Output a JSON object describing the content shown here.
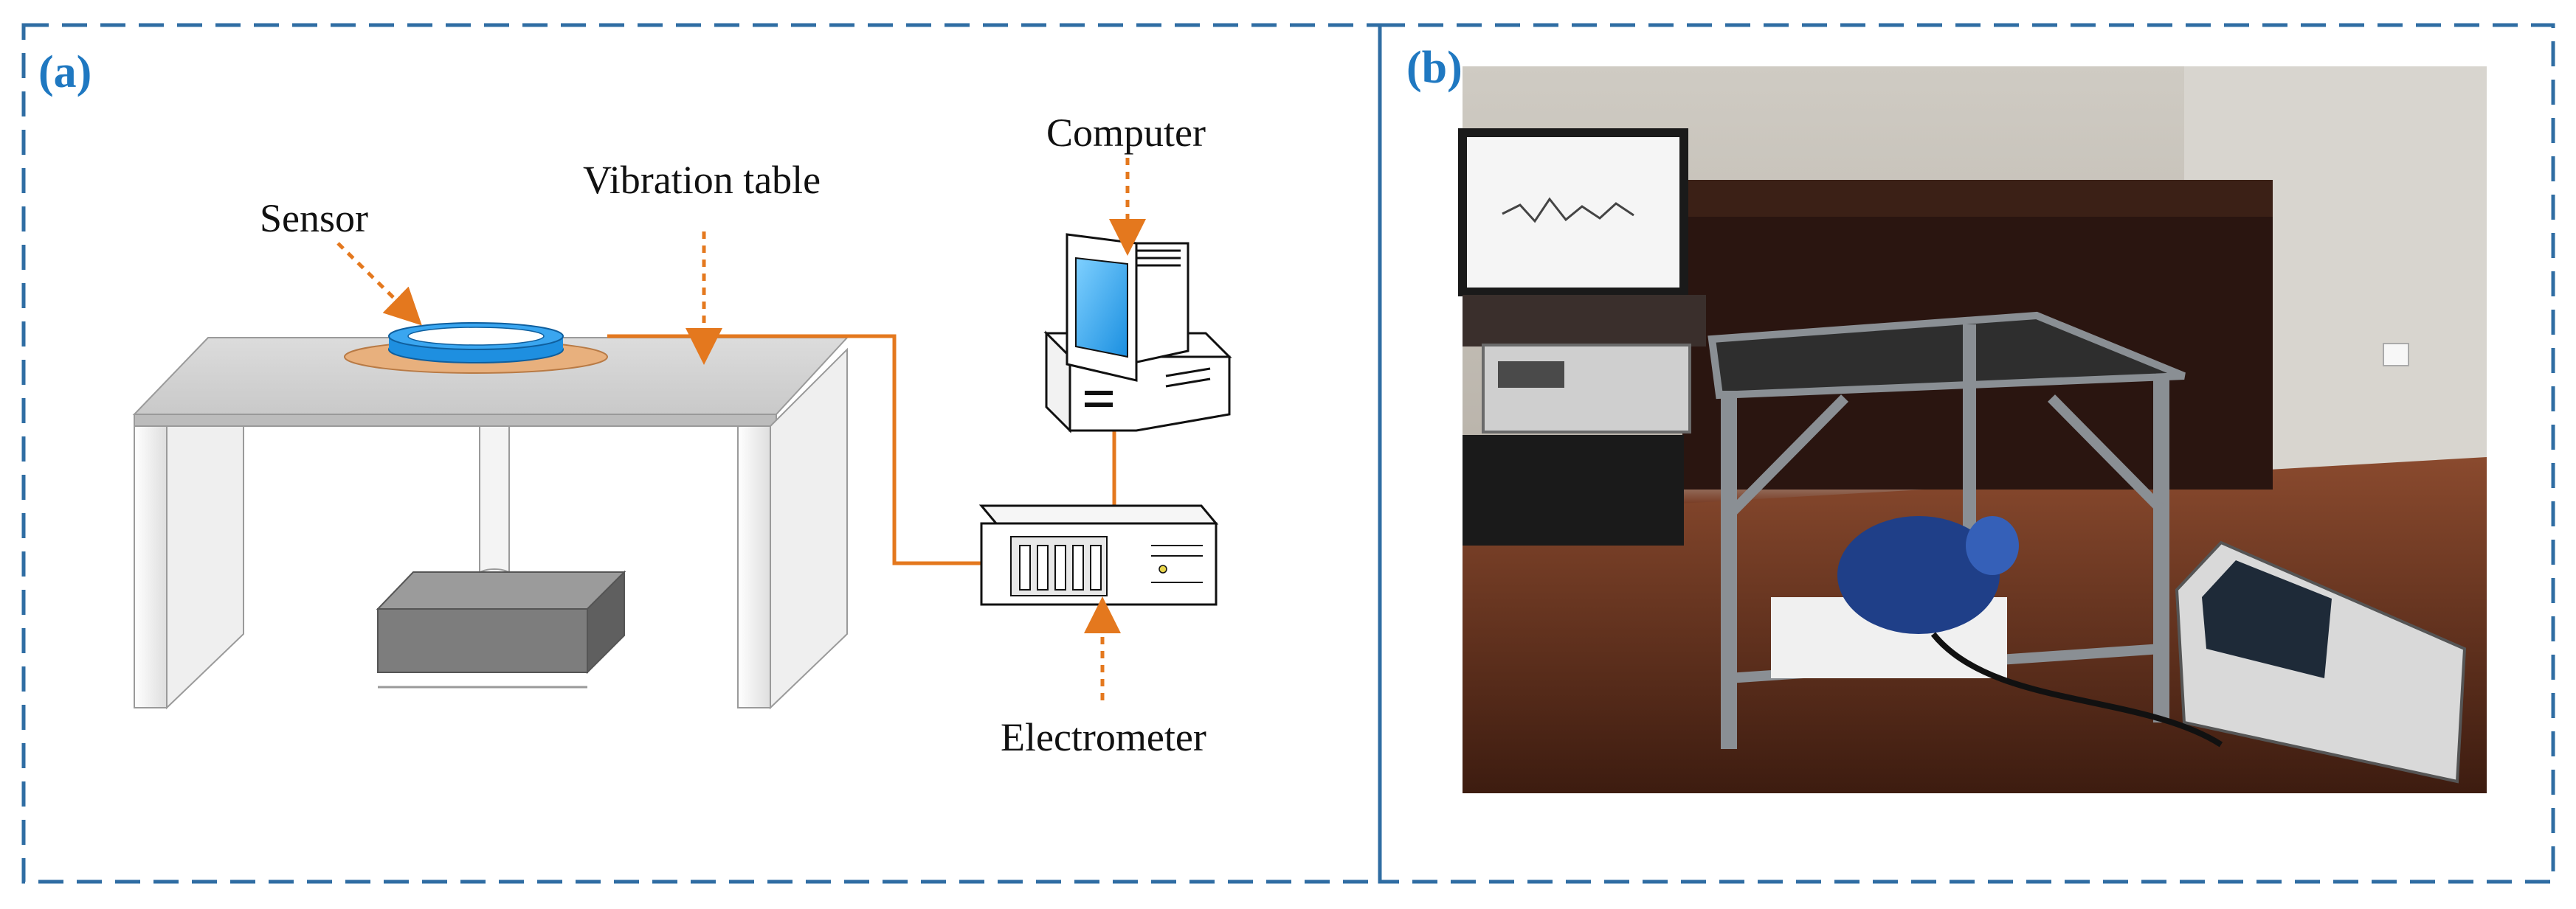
{
  "panel_a": {
    "label": "(a)",
    "labels": {
      "computer": "Computer",
      "sensor": "Sensor",
      "vibration_table": "Vibration table",
      "electrometer": "Electrometer"
    }
  },
  "panel_b": {
    "label": "(b)"
  },
  "colors": {
    "border": "#2f6da3",
    "panel_label": "#1f78c1",
    "arrow": "#e4781e",
    "wire": "#e4781e",
    "sensor_ring": "#1e8fe0",
    "sensor_base": "#e8b07d",
    "table": "#d0d0d0",
    "shaker": "#7d7d7d"
  }
}
